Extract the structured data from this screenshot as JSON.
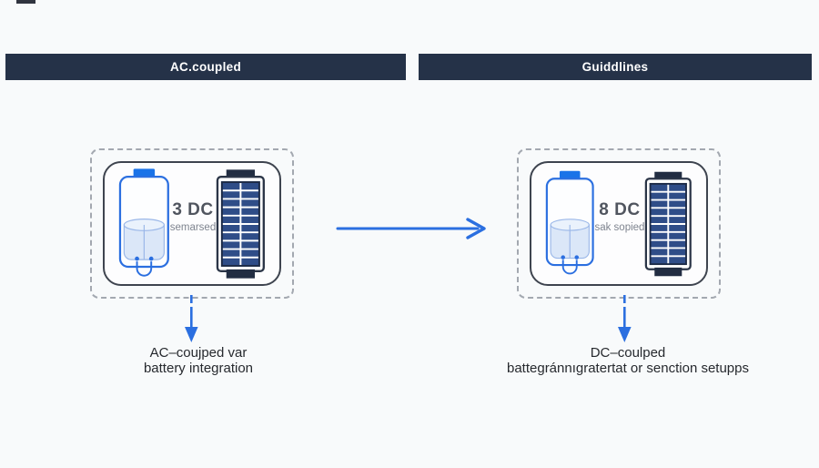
{
  "colors": {
    "header_bg": "#253248",
    "header_text": "#ffffff",
    "accent_blue": "#2b6fe0",
    "battery_cap": "#1a73e8",
    "battery_liquid": "#dbe7f8",
    "liquid_stroke": "#9ab7e8",
    "solar_cell": "#2f4d88",
    "solar_dark": "#222d42",
    "frame_stroke": "#2b3547",
    "inner_border": "#3e444f",
    "dashed_border": "#a3a8b0",
    "caption_text": "#26292e",
    "value_text": "#50555f",
    "muted_text": "#7e848f",
    "background": "#f8fafb"
  },
  "headers": {
    "left": "AC.coupled",
    "right": "Guiddlines"
  },
  "panels": {
    "left": {
      "value": "3 DC",
      "subvalue": "semarsed",
      "caption_line1": "AC–coujped var",
      "caption_line2": "battery integration"
    },
    "right": {
      "value": "8 DC",
      "subvalue": "sak sopied",
      "caption_line1": "DC–coulped",
      "caption_line2": "battegránnıgratertat or senction setupps"
    }
  },
  "icons": {
    "battery": "battery-icon",
    "solar_panel": "solar-panel-icon",
    "arrow_right": "arrow-right-icon",
    "arrow_down": "arrow-down-icon"
  }
}
